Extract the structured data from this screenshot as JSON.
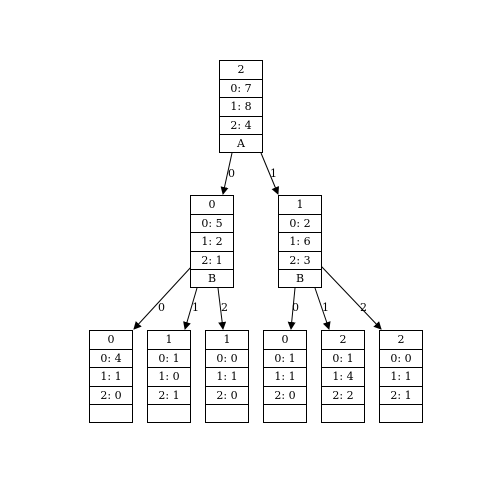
{
  "tree": {
    "root": {
      "top": "2",
      "rows": [
        "0: 7",
        "1: 8",
        "2: 4"
      ],
      "bottom": "A"
    },
    "mid_left": {
      "top": "0",
      "rows": [
        "0: 5",
        "1: 2",
        "2: 1"
      ],
      "bottom": "B"
    },
    "mid_right": {
      "top": "1",
      "rows": [
        "0: 2",
        "1: 6",
        "2: 3"
      ],
      "bottom": "B"
    },
    "leaf_1": {
      "top": "0",
      "rows": [
        "0: 4",
        "1: 1",
        "2: 0"
      ],
      "bottom": ""
    },
    "leaf_2": {
      "top": "1",
      "rows": [
        "0: 1",
        "1: 0",
        "2: 1"
      ],
      "bottom": ""
    },
    "leaf_3": {
      "top": "1",
      "rows": [
        "0: 0",
        "1: 1",
        "2: 0"
      ],
      "bottom": ""
    },
    "leaf_4": {
      "top": "0",
      "rows": [
        "0: 1",
        "1: 1",
        "2: 0"
      ],
      "bottom": ""
    },
    "leaf_5": {
      "top": "2",
      "rows": [
        "0: 1",
        "1: 4",
        "2: 2"
      ],
      "bottom": ""
    },
    "leaf_6": {
      "top": "2",
      "rows": [
        "0: 0",
        "1: 1",
        "2: 1"
      ],
      "bottom": ""
    }
  },
  "edges": {
    "root_to_mid_left": "0",
    "root_to_mid_right": "1",
    "mid_left_to_leaf_1": "0",
    "mid_left_to_leaf_2": "1",
    "mid_left_to_leaf_3": "2",
    "mid_right_to_leaf_4": "0",
    "mid_right_to_leaf_5": "1",
    "mid_right_to_leaf_6": "2"
  }
}
